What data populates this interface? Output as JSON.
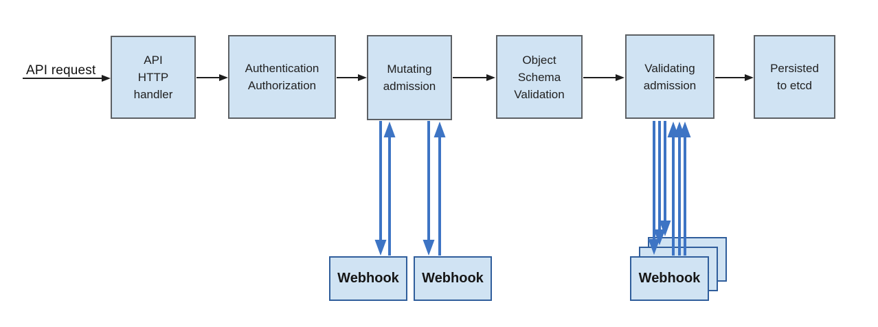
{
  "colors": {
    "canvas_bg": "#ffffff",
    "stage_fill": "#d0e3f3",
    "stage_border": "#5c6064",
    "webhook_fill": "#d0e3f3",
    "webhook_border": "#2f5d9b",
    "flow_arrow": "#1d1d1d",
    "webhook_arrow": "#3d74c4",
    "text": "#1f1f1f"
  },
  "input": {
    "label": "API request"
  },
  "stages": [
    {
      "id": "api-http-handler",
      "lines": [
        "API",
        "HTTP",
        "handler"
      ]
    },
    {
      "id": "authentication-authorization",
      "lines": [
        "Authentication",
        "Authorization"
      ]
    },
    {
      "id": "mutating-admission",
      "lines": [
        "Mutating",
        "admission"
      ]
    },
    {
      "id": "object-schema-validation",
      "lines": [
        "Object",
        "Schema",
        "Validation"
      ]
    },
    {
      "id": "validating-admission",
      "lines": [
        "Validating",
        "admission"
      ]
    },
    {
      "id": "persisted-to-etcd",
      "lines": [
        "Persisted",
        "to etcd"
      ]
    }
  ],
  "mutating_webhooks": [
    {
      "label": "Webhook"
    },
    {
      "label": "Webhook"
    }
  ],
  "validating_webhooks": [
    {
      "label": "Webhook"
    },
    {
      "label": "Webhook"
    },
    {
      "label": "Webhook"
    }
  ]
}
